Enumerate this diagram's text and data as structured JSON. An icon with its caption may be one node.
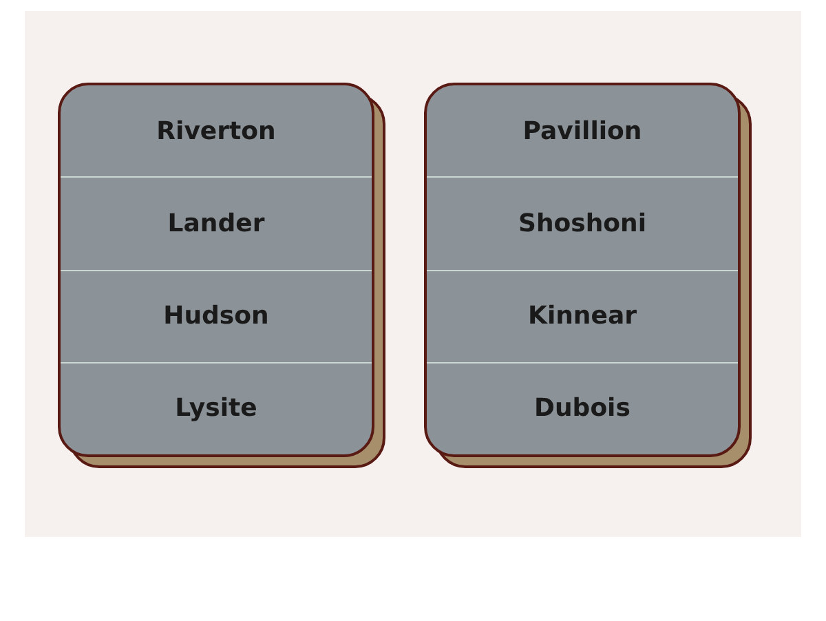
{
  "diagram": {
    "nodes": [
      {
        "text": [],
        "shape": "box"
      },
      {
        "text": [
          "Riverton"
        ],
        "in": 0
      },
      {
        "text": [
          "Lander"
        ],
        "in": 0
      },
      {
        "text": [
          "Hudson"
        ],
        "in": 0
      },
      {
        "text": [
          "Lysite"
        ],
        "in": 0
      },
      {
        "text": [],
        "shape": "box"
      },
      {
        "text": [
          "Pavillion"
        ],
        "in": 5
      },
      {
        "text": [
          "Shoshoni"
        ],
        "in": 5
      },
      {
        "text": [
          "Kinnear"
        ],
        "in": 5
      },
      {
        "text": [
          "Dubois"
        ],
        "in": 5
      }
    ]
  }
}
